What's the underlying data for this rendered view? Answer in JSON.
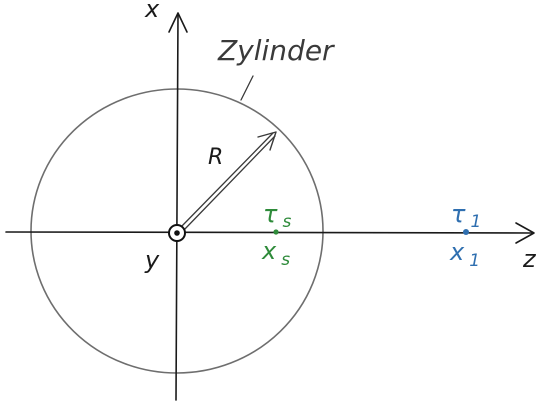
{
  "labels": {
    "axis_x": "x",
    "axis_z": "z",
    "axis_y": "y",
    "cylinder": "Zylinder",
    "radius": "R",
    "tau_s_base": "τ",
    "tau_s_sub": "s",
    "x_s_base": "x",
    "x_s_sub": "s",
    "tau_1_base": "τ",
    "tau_1_sub": "1",
    "x_1_base": "x",
    "x_1_sub": "1"
  },
  "colors": {
    "ink": "#1a1a1a",
    "circle": "#6e6e6e",
    "source_green": "#2e8b3a",
    "observer_blue": "#2f6fb0"
  },
  "icons": {
    "y_axis_marker": "out-of-page-dot-icon"
  }
}
